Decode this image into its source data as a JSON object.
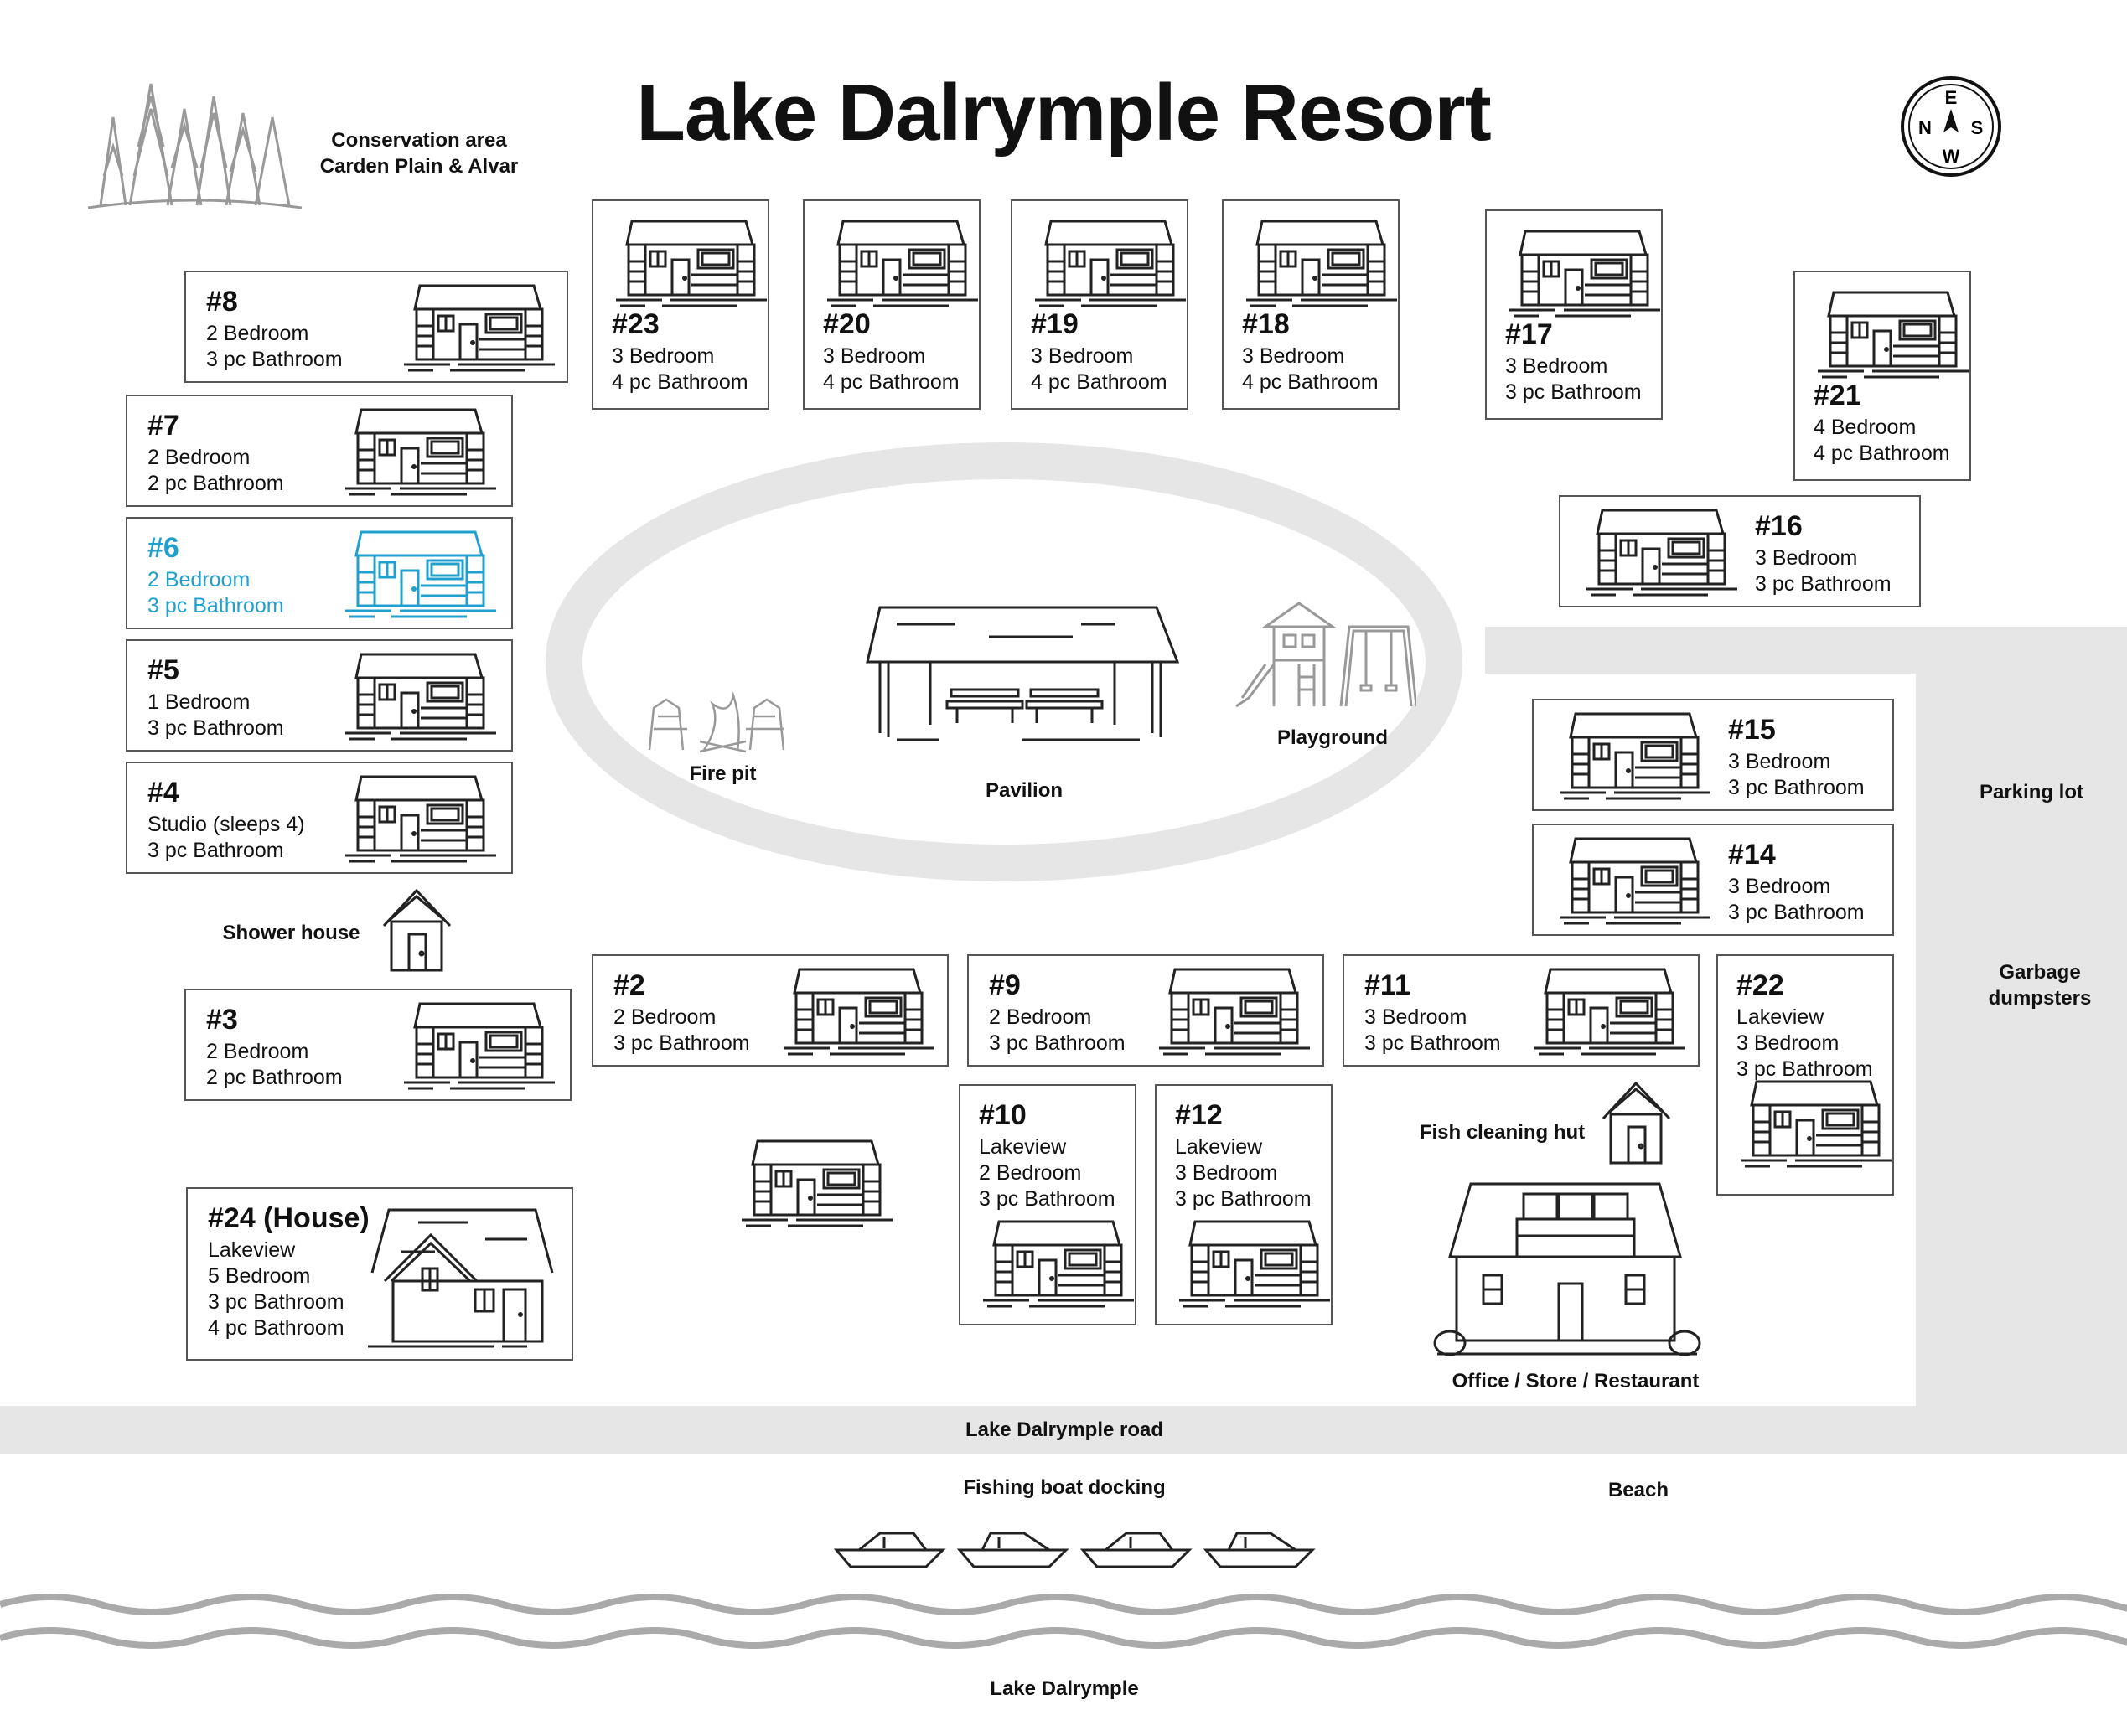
{
  "title": "Lake Dalrymple Resort",
  "conservation": {
    "line1": "Conservation area",
    "line2": "Carden Plain & Alvar"
  },
  "compass": {
    "north": "N",
    "east": "E",
    "south": "S",
    "west": "W"
  },
  "areas": {
    "fire_pit": "Fire pit",
    "pavilion": "Pavilion",
    "playground": "Playground",
    "parking_lot": "Parking lot",
    "garbage_line1": "Garbage",
    "garbage_line2": "dumpsters",
    "shower_house": "Shower house",
    "fish_cleaning_hut": "Fish cleaning hut",
    "office": "Office / Store / Restaurant",
    "road": "Lake Dalrymple road",
    "boat_docking": "Fishing boat docking",
    "beach": "Beach",
    "lake": "Lake Dalrymple"
  },
  "highlight_color": "#1fa0cf",
  "cabins": [
    {
      "id": "c8",
      "num": "#8",
      "lines": [
        "2 Bedroom",
        "3 pc Bathroom"
      ]
    },
    {
      "id": "c7",
      "num": "#7",
      "lines": [
        "2 Bedroom",
        "2 pc Bathroom"
      ]
    },
    {
      "id": "c6",
      "num": "#6",
      "lines": [
        "2 Bedroom",
        "3 pc Bathroom"
      ],
      "highlighted": true
    },
    {
      "id": "c5",
      "num": "#5",
      "lines": [
        "1 Bedroom",
        "3 pc Bathroom"
      ]
    },
    {
      "id": "c4",
      "num": "#4",
      "lines": [
        "Studio (sleeps 4)",
        "3 pc Bathroom"
      ]
    },
    {
      "id": "c3",
      "num": "#3",
      "lines": [
        "2 Bedroom",
        "2 pc Bathroom"
      ]
    },
    {
      "id": "c24",
      "num": "#24 (House)",
      "lines": [
        "Lakeview",
        "5 Bedroom",
        "3 pc Bathroom",
        "4 pc Bathroom"
      ]
    },
    {
      "id": "c23",
      "num": "#23",
      "lines": [
        "3 Bedroom",
        "4 pc Bathroom"
      ]
    },
    {
      "id": "c20",
      "num": "#20",
      "lines": [
        "3 Bedroom",
        "4 pc Bathroom"
      ]
    },
    {
      "id": "c19",
      "num": "#19",
      "lines": [
        "3 Bedroom",
        "4 pc Bathroom"
      ]
    },
    {
      "id": "c18",
      "num": "#18",
      "lines": [
        "3 Bedroom",
        "4 pc Bathroom"
      ]
    },
    {
      "id": "c17",
      "num": "#17",
      "lines": [
        "3 Bedroom",
        "3 pc Bathroom"
      ]
    },
    {
      "id": "c21",
      "num": "#21",
      "lines": [
        "4 Bedroom",
        "4 pc Bathroom"
      ]
    },
    {
      "id": "c16",
      "num": "#16",
      "lines": [
        "3 Bedroom",
        "3 pc Bathroom"
      ]
    },
    {
      "id": "c15",
      "num": "#15",
      "lines": [
        "3 Bedroom",
        "3 pc Bathroom"
      ]
    },
    {
      "id": "c14",
      "num": "#14",
      "lines": [
        "3 Bedroom",
        "3 pc Bathroom"
      ]
    },
    {
      "id": "c2",
      "num": "#2",
      "lines": [
        "2 Bedroom",
        "3 pc Bathroom"
      ]
    },
    {
      "id": "c9",
      "num": "#9",
      "lines": [
        "2 Bedroom",
        "3 pc Bathroom"
      ]
    },
    {
      "id": "c11",
      "num": "#11",
      "lines": [
        "3 Bedroom",
        "3 pc Bathroom"
      ]
    },
    {
      "id": "c22",
      "num": "#22",
      "lines": [
        "Lakeview",
        "3 Bedroom",
        "3 pc Bathroom"
      ]
    },
    {
      "id": "c10",
      "num": "#10",
      "lines": [
        "Lakeview",
        "2 Bedroom",
        "3 pc Bathroom"
      ]
    },
    {
      "id": "c12",
      "num": "#12",
      "lines": [
        "Lakeview",
        "3 Bedroom",
        "3 pc Bathroom"
      ]
    }
  ]
}
